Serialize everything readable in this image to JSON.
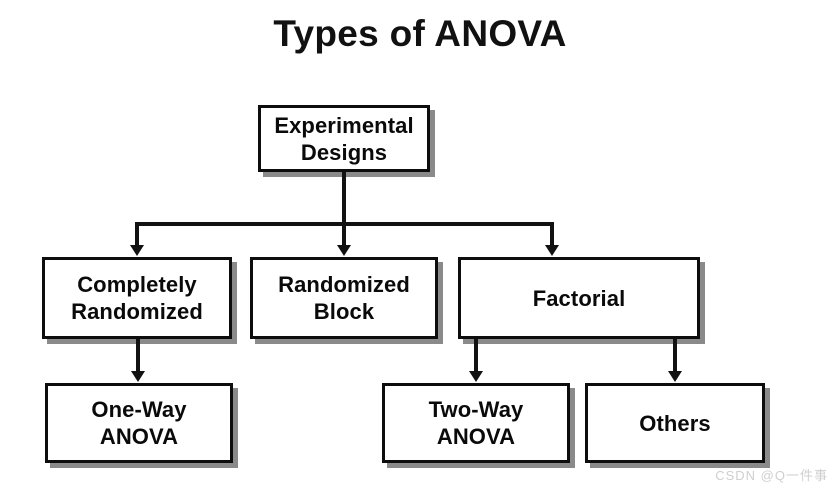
{
  "title": "Types of ANOVA",
  "background_color": "#ffffff",
  "node_border_color": "#0d0d0d",
  "node_shadow_color": "#8a8a8a",
  "connector_color": "#121212",
  "text_color": "#0a0a0a",
  "watermark": {
    "text": "CSDN @Q一件事",
    "color": "#cfcfcf"
  },
  "chart_data": {
    "type": "diagram",
    "subtype": "hierarchy-tree",
    "title": "Types of ANOVA",
    "nodes": [
      {
        "id": "experimental-designs",
        "label": "Experimental\nDesigns",
        "level": 0
      },
      {
        "id": "completely-randomized",
        "label": "Completely\nRandomized",
        "level": 1
      },
      {
        "id": "randomized-block",
        "label": "Randomized\nBlock",
        "level": 1
      },
      {
        "id": "factorial",
        "label": "Factorial",
        "level": 1
      },
      {
        "id": "one-way-anova",
        "label": "One-Way\nANOVA",
        "level": 2
      },
      {
        "id": "two-way-anova",
        "label": "Two-Way\nANOVA",
        "level": 2
      },
      {
        "id": "others",
        "label": "Others",
        "level": 2
      }
    ],
    "edges": [
      {
        "from": "experimental-designs",
        "to": "completely-randomized"
      },
      {
        "from": "experimental-designs",
        "to": "randomized-block"
      },
      {
        "from": "experimental-designs",
        "to": "factorial"
      },
      {
        "from": "completely-randomized",
        "to": "one-way-anova"
      },
      {
        "from": "factorial",
        "to": "two-way-anova"
      },
      {
        "from": "factorial",
        "to": "others"
      }
    ]
  },
  "nodes": {
    "experimental_designs": "Experimental\nDesigns",
    "completely_randomized": "Completely\nRandomized",
    "randomized_block": "Randomized\nBlock",
    "factorial": "Factorial",
    "one_way_anova": "One-Way\nANOVA",
    "two_way_anova": "Two-Way\nANOVA",
    "others": "Others"
  }
}
